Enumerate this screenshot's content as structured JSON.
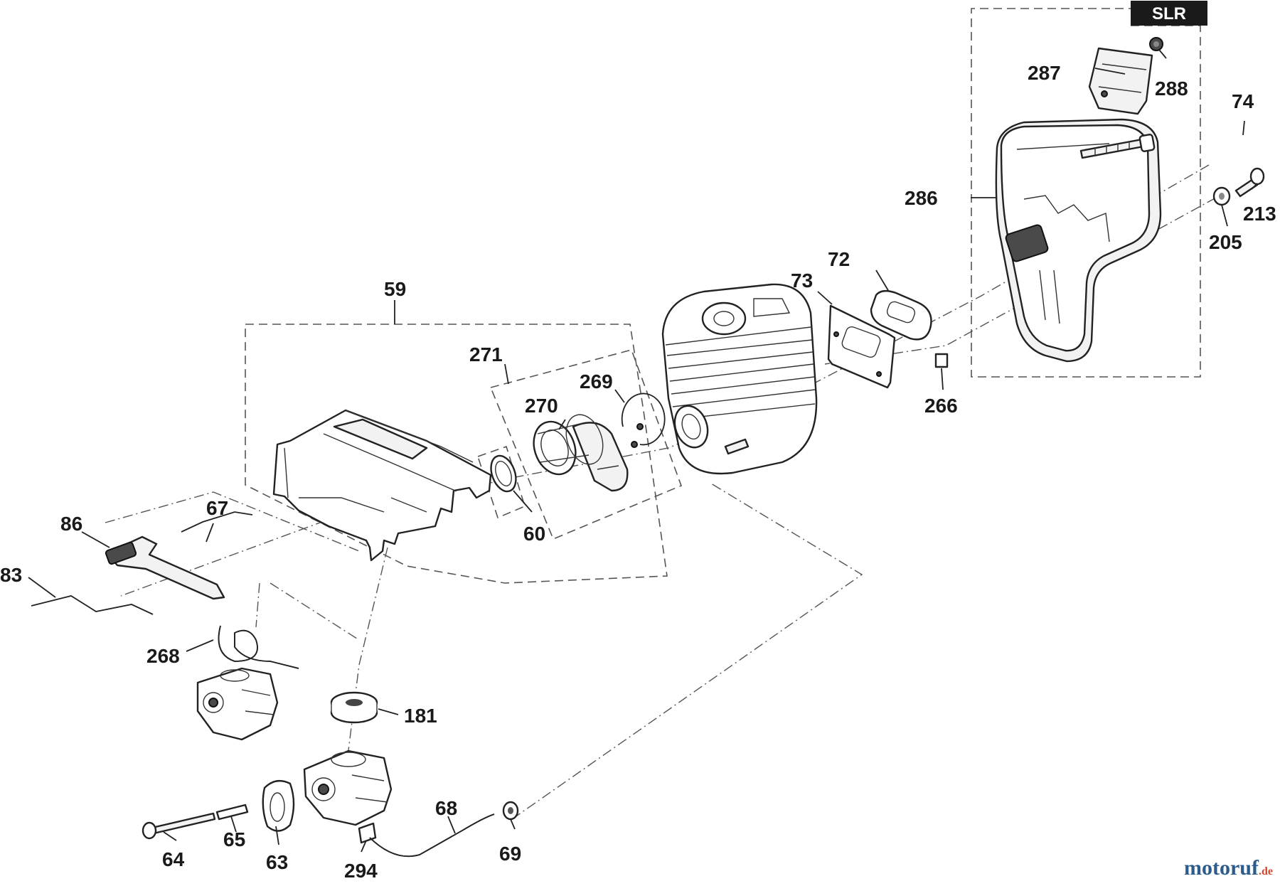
{
  "badge": {
    "label": "SLR"
  },
  "callouts": {
    "c287": "287",
    "c288": "288",
    "c74": "74",
    "c286": "286",
    "c213": "213",
    "c205": "205",
    "c266": "266",
    "c72": "72",
    "c73": "73",
    "c59": "59",
    "c271": "271",
    "c269": "269",
    "c270": "270",
    "c60": "60",
    "c67": "67",
    "c86": "86",
    "c83": "83",
    "c268": "268",
    "c181": "181",
    "c68": "68",
    "c69": "69",
    "c64": "64",
    "c65": "65",
    "c63": "63",
    "c294": "294"
  },
  "watermark": {
    "brand": "motoruf",
    "tld": ".de"
  },
  "colors": {
    "ink": "#1a1a1a",
    "badge_bg": "#1a1a1a",
    "watermark": "#2d5c8c",
    "watermark_accent": "#d2482a"
  }
}
